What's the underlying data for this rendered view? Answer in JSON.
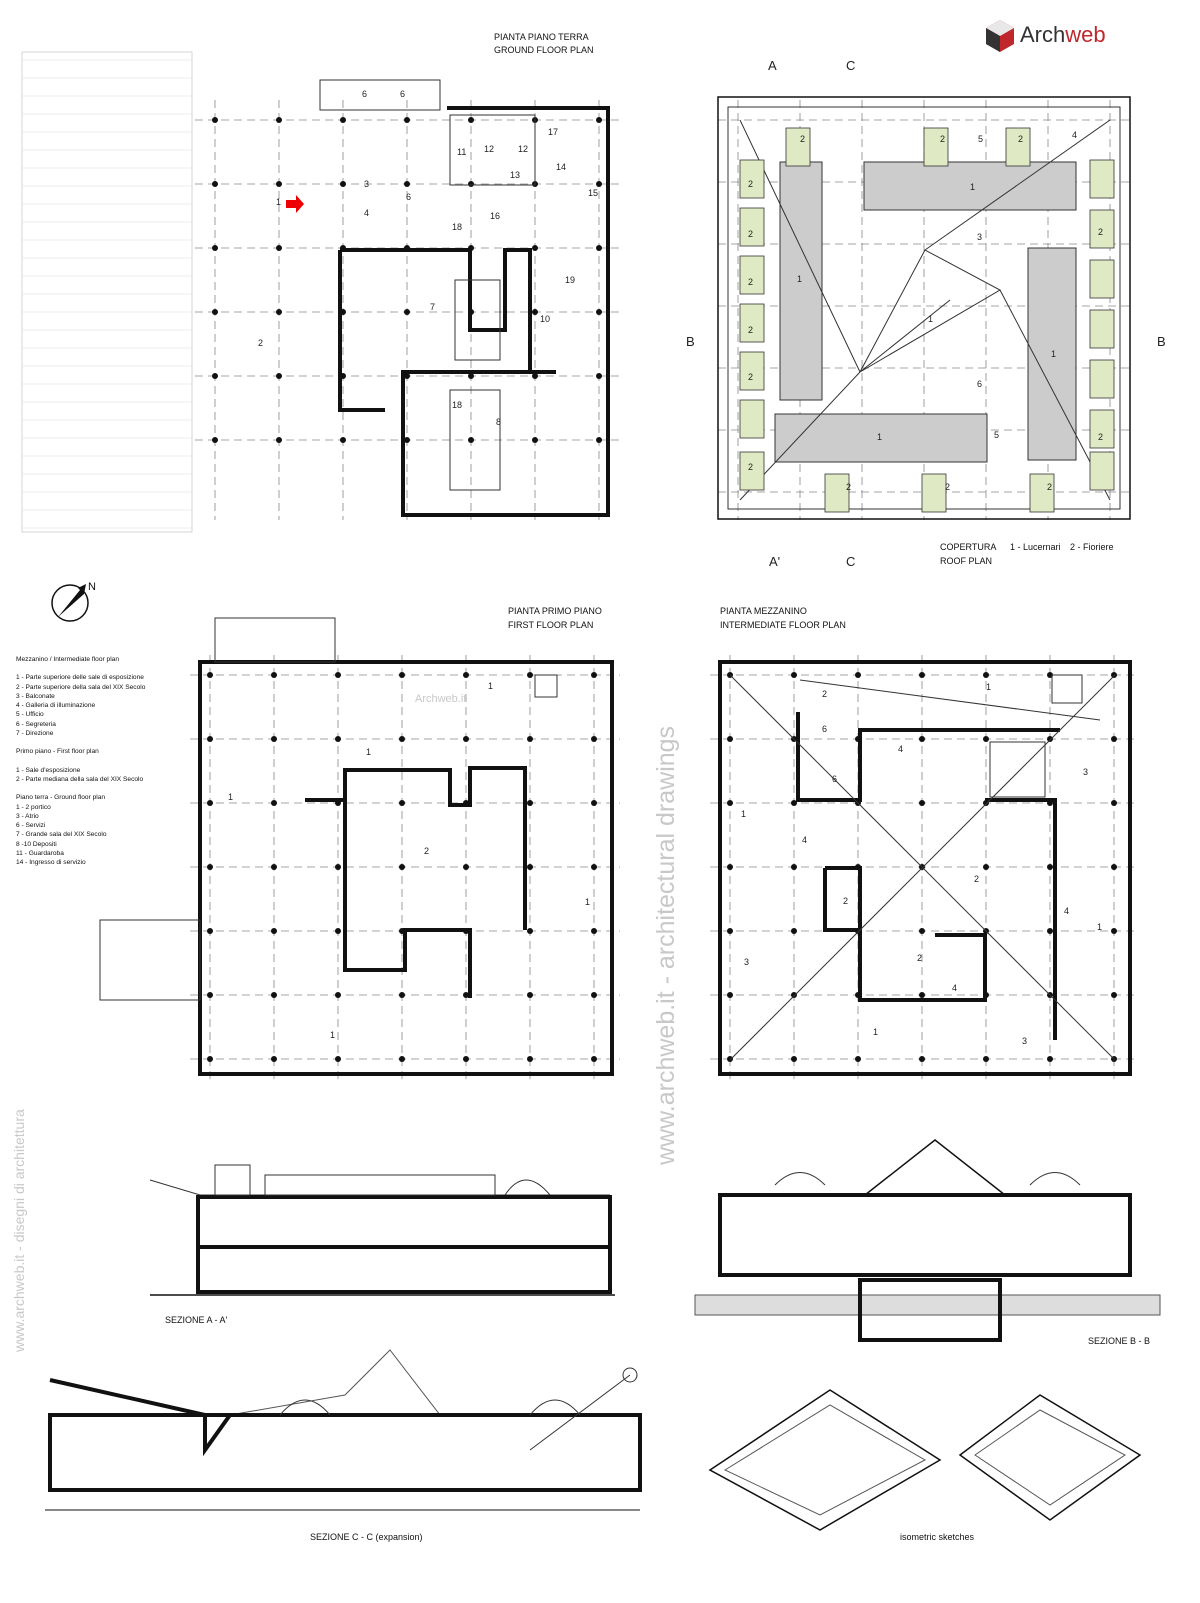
{
  "logo": {
    "text_a": "Arch",
    "text_b": "web",
    "color": "#c0272d"
  },
  "ground_floor": {
    "title_it": "PIANTA PIANO TERRA",
    "title_en": "GROUND FLOOR PLAN",
    "rooms": [
      "6",
      "6",
      "17",
      "11",
      "12",
      "12",
      "14",
      "13",
      "15",
      "3",
      "1",
      "6",
      "4",
      "16",
      "18",
      "19",
      "7",
      "10",
      "2",
      "8",
      "18"
    ]
  },
  "roof": {
    "title_it": "COPERTURA",
    "title_en": "ROOF PLAN",
    "key_1": "1 - Lucernari",
    "key_2": "2 - Fioriere",
    "section_marks": {
      "a": "A",
      "a2": "A'",
      "c": "C",
      "c2": "C",
      "b_left": "B",
      "b_right": "B"
    },
    "rooms": [
      "2",
      "2",
      "5",
      "2",
      "4",
      "1",
      "2",
      "3",
      "2",
      "1",
      "1",
      "2",
      "1",
      "2",
      "2",
      "6",
      "2",
      "1",
      "5",
      "2",
      "2",
      "2",
      "2",
      "2"
    ]
  },
  "north": "N",
  "legend": {
    "mezzanine_title": "Mezzanino  / Intermediate floor plan",
    "mezzanine": [
      "1 - Parte superiore delle sale di esposizione",
      "2 - Parte superiore della sala del XIX Secolo",
      "3 - Balconate",
      "4 - Galleria di illuminazione",
      "5 - Ufficio",
      "6 - Segreteria",
      "7 - Direzione"
    ],
    "first_title": "Primo piano - First floor plan",
    "first": [
      "1 - Sale d'esposizione",
      "2 - Parte mediana della sala del XIX Secolo"
    ],
    "ground_title": "Piano terra  -  Ground floor plan",
    "ground": [
      "1 - 2 portico",
      "3 - Atrio",
      "6 - Servizi",
      "7 - Grande sala del XIX Secolo",
      "8 -10 Depositi",
      "11 - Guardaroba",
      "14 - Ingresso di servizio"
    ]
  },
  "first_floor": {
    "title_it": "PIANTA PRIMO PIANO",
    "title_en": "FIRST FLOOR PLAN",
    "rooms": [
      "1",
      "1",
      "1",
      "2",
      "1",
      "1"
    ]
  },
  "intermediate_floor": {
    "title_it": "PIANTA MEZZANINO",
    "title_en": "INTERMEDIATE FLOOR PLAN",
    "rooms": [
      "2",
      "1",
      "6",
      "4",
      "3",
      "6",
      "1",
      "4",
      "2",
      "2",
      "4",
      "1",
      "3",
      "2",
      "4",
      "1",
      "3"
    ]
  },
  "watermarks": {
    "vertical_main": "www.archweb.it - architectural drawings",
    "vertical_left": "www.archweb.it - disegni di architettura",
    "stamp": "Archweb.it"
  },
  "sections": {
    "aa": "SEZIONE A - A'",
    "bb": "SEZIONE B - B",
    "cc": "SEZIONE C - C  (expansion)",
    "iso": "isometric sketches"
  }
}
